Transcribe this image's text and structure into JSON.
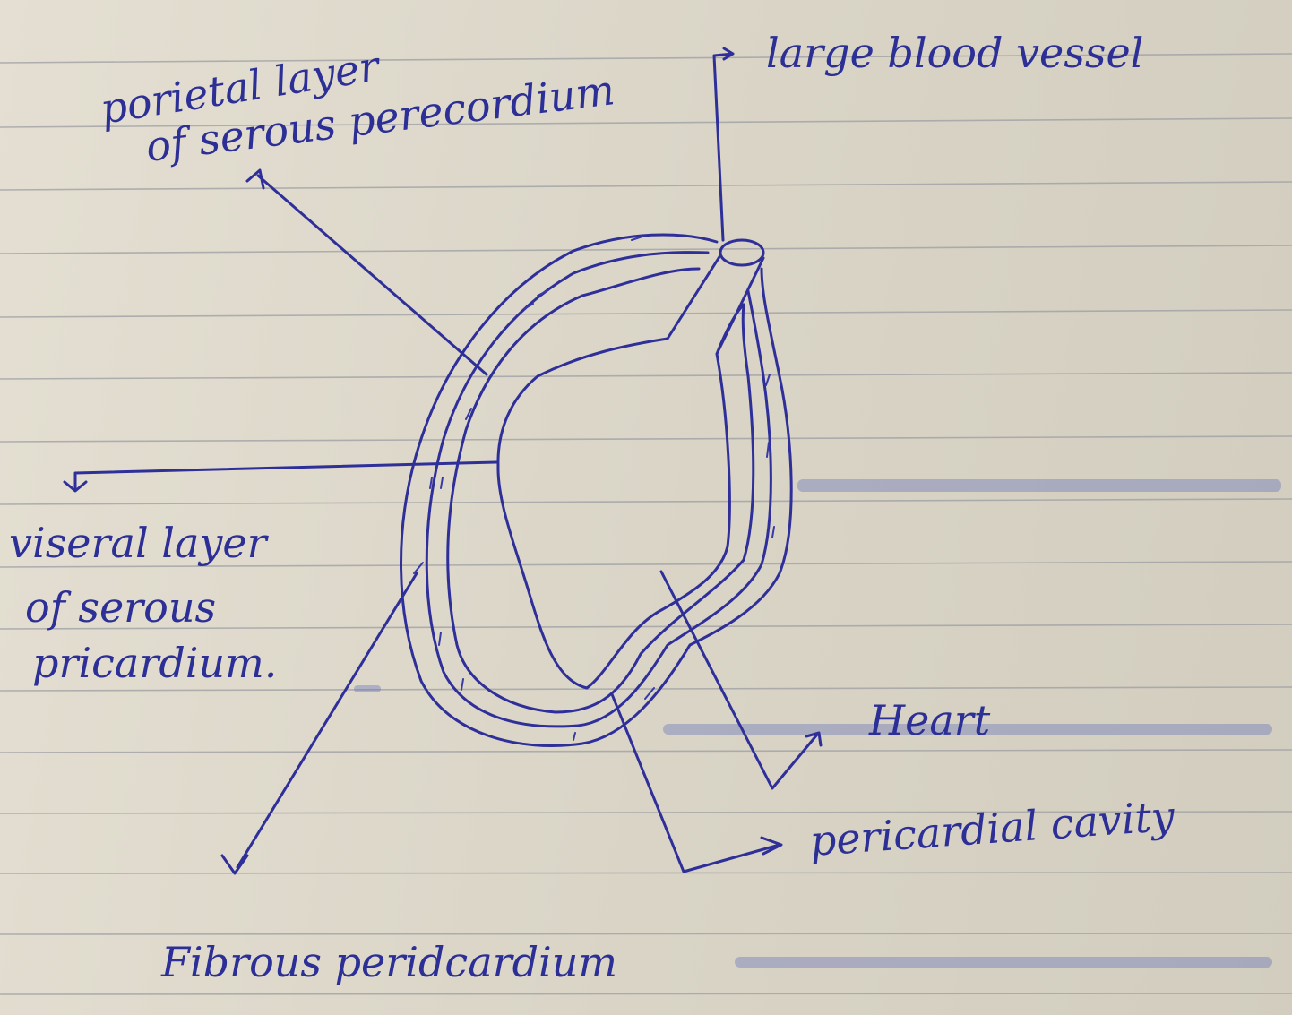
{
  "diagram": {
    "labels": {
      "parietal_line1": "porietal layer",
      "parietal_line2": "of serous perecordium",
      "blood_vessel": "large blood vessel",
      "visceral_line1": "viseral layer",
      "visceral_line2": "of serous",
      "visceral_line3": "pricardium.",
      "heart": "Heart",
      "cavity": "pericardial cavity",
      "fibrous": "Fibrous peridcardium"
    },
    "colors": {
      "ink": "#2f2f9a",
      "paper": "#dcd7ca",
      "ruled_line": "#9d9ea3"
    }
  }
}
